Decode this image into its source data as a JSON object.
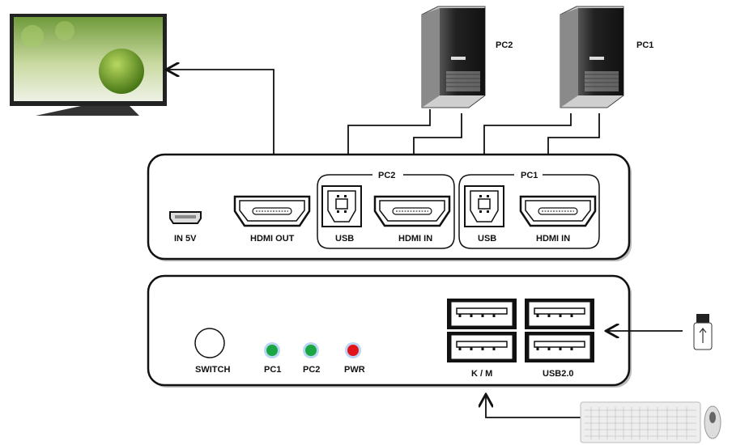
{
  "pcs": [
    {
      "label": "PC2"
    },
    {
      "label": "PC1"
    }
  ],
  "top_panel": {
    "power_label": "IN 5V",
    "hdmi_out_label": "HDMI OUT",
    "groups": [
      {
        "title": "PC2",
        "usb_label": "USB",
        "hdmi_label": "HDMI IN"
      },
      {
        "title": "PC1",
        "usb_label": "USB",
        "hdmi_label": "HDMI IN"
      }
    ]
  },
  "bottom_panel": {
    "switch_label": "SWITCH",
    "leds": [
      {
        "label": "PC1",
        "color": "#1aa640"
      },
      {
        "label": "PC2",
        "color": "#1aa640"
      },
      {
        "label": "PWR",
        "color": "#e0141a"
      }
    ],
    "km_label": "K / M",
    "usb_label": "USB2.0"
  }
}
